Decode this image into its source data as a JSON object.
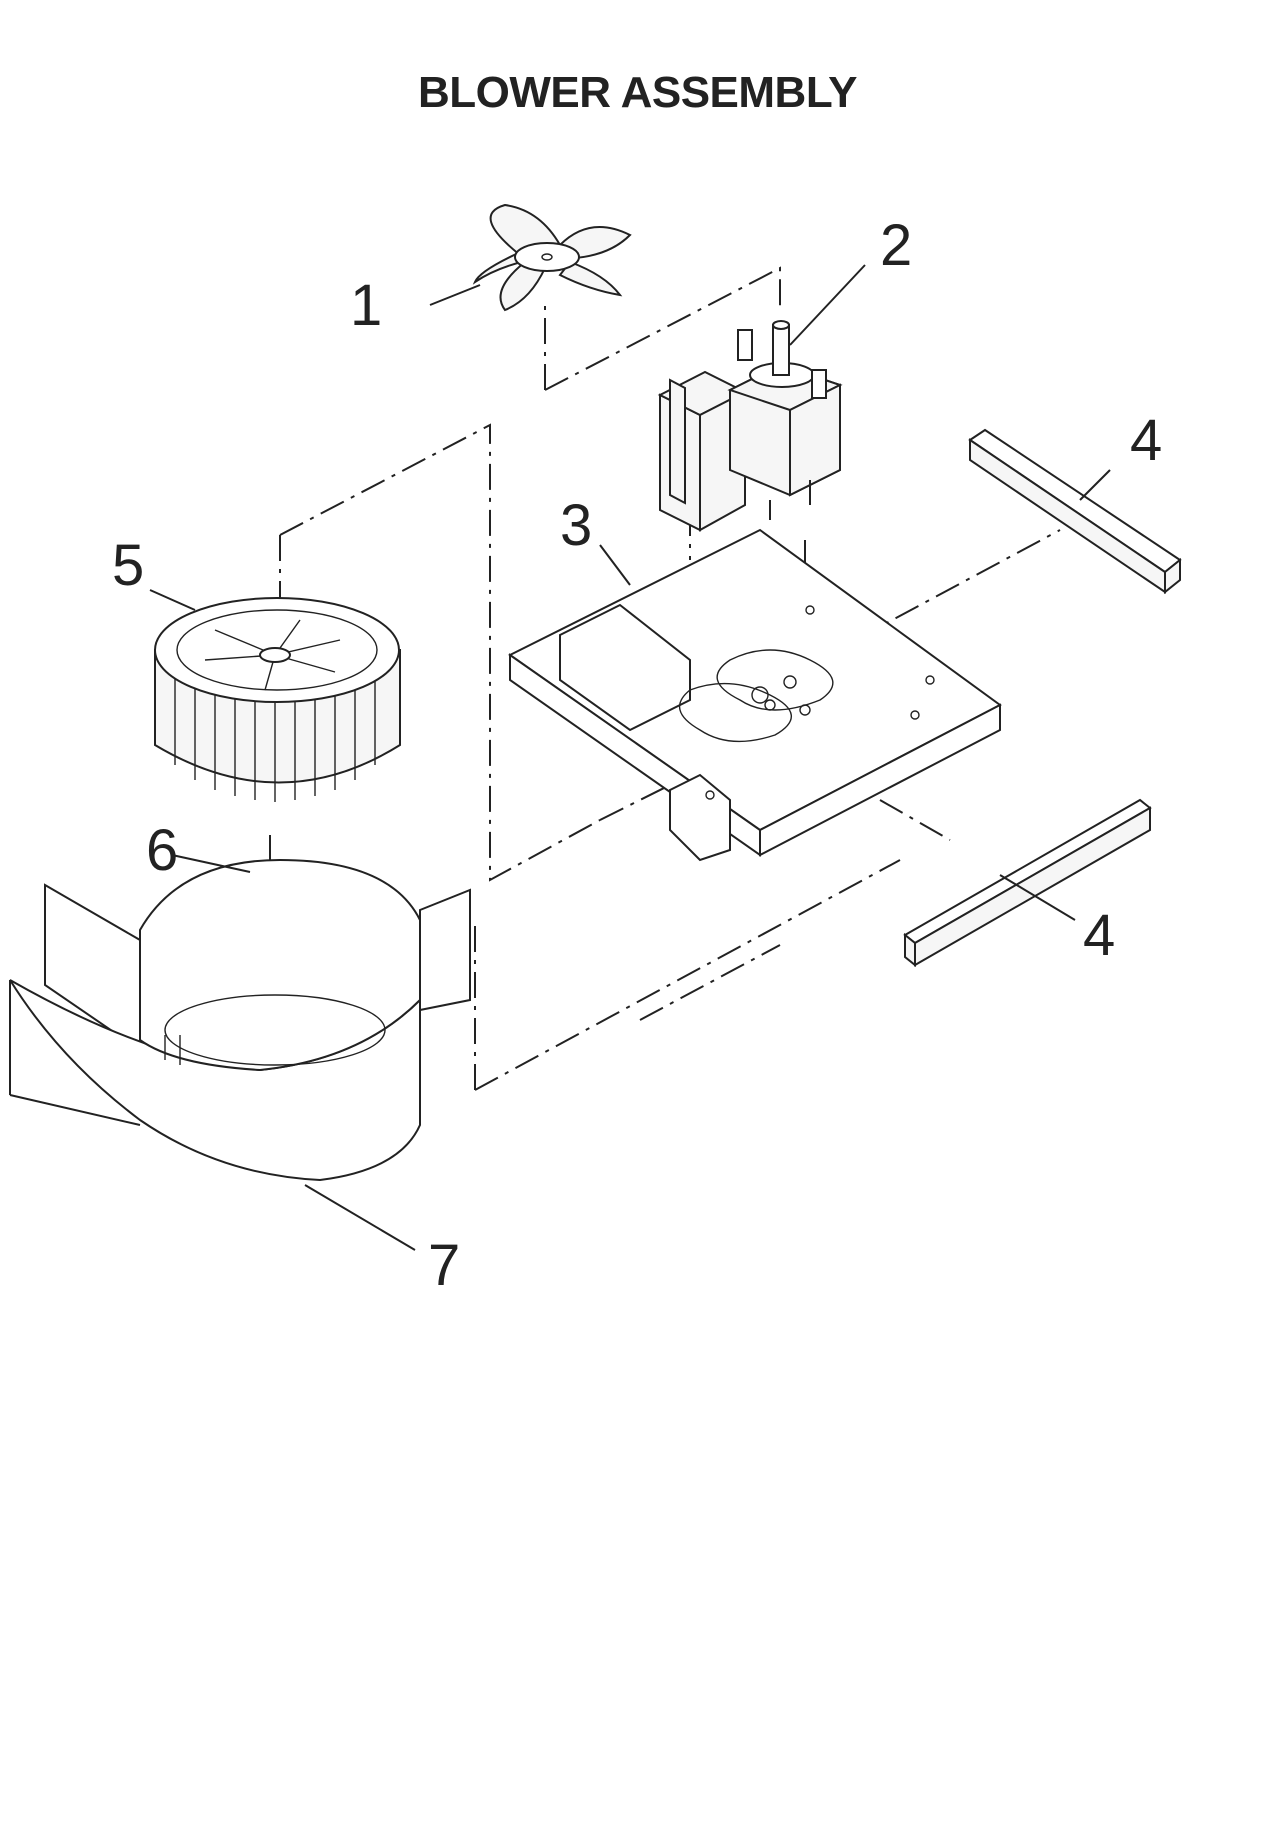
{
  "title": "BLOWER ASSEMBLY",
  "callouts": [
    {
      "id": "1",
      "label": "1",
      "part": "fan-blade"
    },
    {
      "id": "2",
      "label": "2",
      "part": "motor"
    },
    {
      "id": "3",
      "label": "3",
      "part": "motor-bracket-plate"
    },
    {
      "id": "4a",
      "label": "4",
      "part": "spacer-bar-upper"
    },
    {
      "id": "4b",
      "label": "4",
      "part": "spacer-bar-lower"
    },
    {
      "id": "5",
      "label": "5",
      "part": "blower-wheel"
    },
    {
      "id": "6",
      "label": "6",
      "part": "shaft-bushing"
    },
    {
      "id": "7",
      "label": "7",
      "part": "blower-housing"
    }
  ]
}
